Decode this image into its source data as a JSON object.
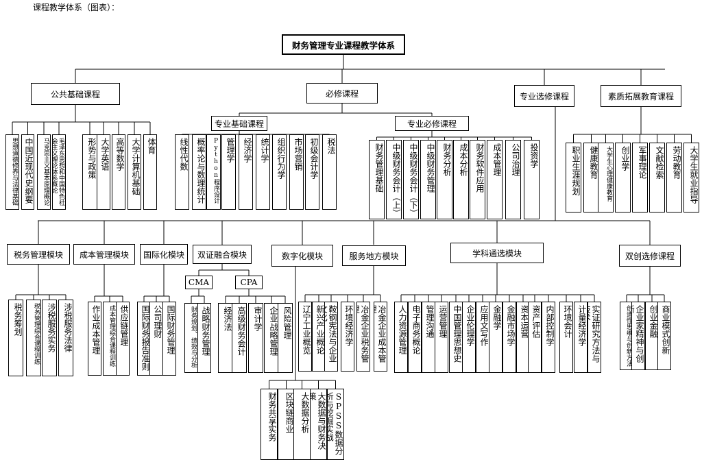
{
  "caption": "课程教学体系（图表）：",
  "root": "财务管理专业课程教学体系",
  "level1": {
    "public": "公共基础课程",
    "required": "必修课程",
    "elective": "专业选修课程",
    "quality": "素质拓展教育课程"
  },
  "level2": {
    "major_basic": "专业基础课程",
    "major_required": "专业必修课程"
  },
  "public_courses": [
    "思想道德修养与法律基础",
    "中国近现代史纲要",
    "马克思主义基本原理概论",
    "毛泽东思想和中国特色社会主义理论体系概论",
    "形势与政策",
    "大学英语",
    "高等数学",
    "大学计算机基础",
    "体育"
  ],
  "major_basic_courses": [
    "线性代数",
    "概率论与数理统计",
    "Python程序设计",
    "管理学",
    "经济学",
    "统计学",
    "组织行为学",
    "市场营销",
    "初级会计学",
    "税法"
  ],
  "major_required_courses": [
    "财务管理基础",
    "中级财务会计（上）",
    "中级财务会计（下）",
    "中级财务管理",
    "财务分析",
    "成本分析",
    "财务软件应用",
    "成本管理",
    "公司治理",
    "投资学"
  ],
  "quality_courses": [
    "职业生涯规划",
    "健康教育",
    "大学生心理健康教育",
    "创业学",
    "军事理论",
    "文献检索",
    "劳动教育",
    "大学生就业指导"
  ],
  "modules": {
    "tax": "税务管理模块",
    "cost": "成本管理模块",
    "intl": "国际化模块",
    "dual": "双证融合模块",
    "digital": "数字化模块",
    "local": "服务地方模块",
    "cross": "学科通选模块",
    "innov": "双创选修课程"
  },
  "cert": {
    "cma": "CMA",
    "cpa": "CPA"
  },
  "tax_courses": [
    "税务筹划",
    "税务管理综合课程训练",
    "涉税服务实务",
    "涉税服务法律"
  ],
  "cost_courses": [
    "作业成本管理",
    "成本管理综合课程训练",
    "供应链管理"
  ],
  "intl_courses": [
    "国际财务报告准则",
    "公司理财",
    "国际财务管理"
  ],
  "cma_courses": [
    "财务规划、绩效与分析",
    "战略财务管理"
  ],
  "cpa_courses": [
    "经济法",
    "高级财务会计",
    "审计学",
    "企业战略管理",
    "风险管理"
  ],
  "digital_courses": [
    "财务共享实务",
    "区块链商业",
    "大数据分析",
    "大数据与财务决策",
    "SPSS数据分析与挖掘实战"
  ],
  "local_courses": [
    "辽宁工业概览",
    "新兴产业概论",
    "鞍钢宪法与企业文化",
    "环境经济学",
    "冶金企业税务管理",
    "冶金企业成本管理"
  ],
  "cross_courses": [
    "人力资源管理",
    "电子商务概论",
    "管理沟通",
    "运营管理",
    "中国管理思想史",
    "企业伦理学",
    "应用文写作",
    "金融学",
    "金融市场学",
    "资本运营",
    "资产评估",
    "内部控制学",
    "环境会计",
    "计量经济学",
    "实证研究方法与技术"
  ],
  "innov_courses": [
    "创造性思维与创新方法",
    "企业家精神与创新",
    "创业金融",
    "商业模式创新"
  ]
}
